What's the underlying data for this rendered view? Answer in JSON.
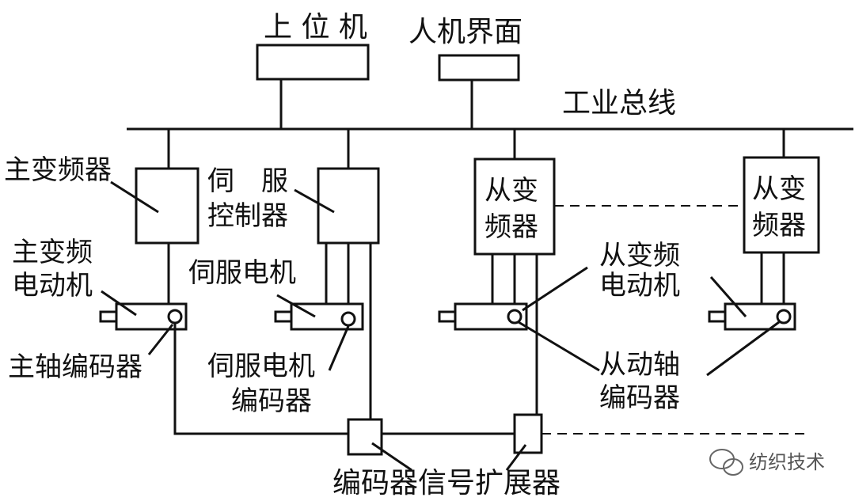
{
  "diagram": {
    "host_computer": "上 位 机",
    "hmi": "人机界面",
    "industrial_bus": "工业总线",
    "master_inverter": "主变频器",
    "servo_controller_line1": "伺　服",
    "servo_controller_line2": "控制器",
    "slave_inverter_1_line1": "从变",
    "slave_inverter_1_line2": "频器",
    "slave_inverter_2_line1": "从变",
    "slave_inverter_2_line2": "频器",
    "master_motor_line1": "主变频",
    "master_motor_line2": "电动机",
    "servo_motor": "伺服电机",
    "slave_motor_line1": "从变频",
    "slave_motor_line2": "电动机",
    "main_shaft_encoder": "主轴编码器",
    "servo_encoder_line1": "伺服电机",
    "servo_encoder_line2": "编码器",
    "slave_shaft_encoder_line1": "从动轴",
    "slave_shaft_encoder_line2": "编码器",
    "encoder_expander": "编码器信号扩展器"
  },
  "watermark": {
    "text": "纺织技术",
    "icon": "wechat-icon"
  }
}
